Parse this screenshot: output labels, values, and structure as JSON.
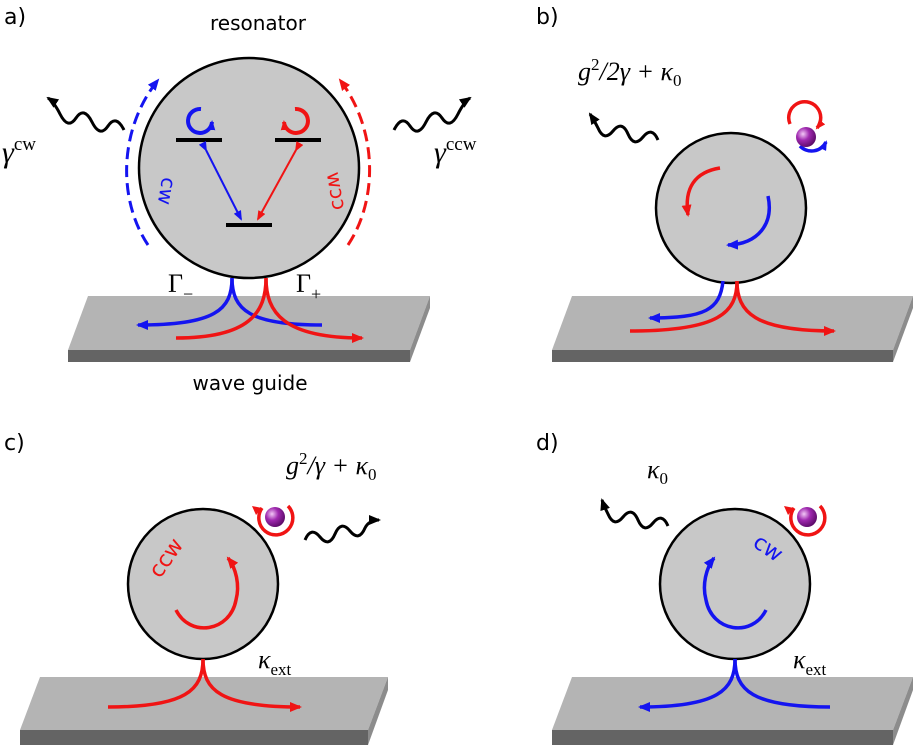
{
  "panels": {
    "a": {
      "label": "a)",
      "resonator_label": "resonator",
      "waveguide_label": "wave guide",
      "gamma_left": {
        "base": "γ",
        "sup": "cw"
      },
      "gamma_right": {
        "base": "γ",
        "sup": "ccw"
      },
      "cw_label": "cw",
      "ccw_label": "ccw",
      "gamma_minus": {
        "base": "Γ",
        "sub": "−"
      },
      "gamma_plus": {
        "base": "Γ",
        "sub": "+"
      }
    },
    "b": {
      "label": "b)",
      "decay": {
        "g": "g",
        "exp": "2",
        "rest": "/2γ + κ",
        "sub": "0"
      }
    },
    "c": {
      "label": "c)",
      "decay": {
        "g": "g",
        "exp": "2",
        "rest": "/γ + κ",
        "sub": "0"
      },
      "mode_label": "ccw",
      "kappa_ext": {
        "base": "κ",
        "sub": "ext"
      }
    },
    "d": {
      "label": "d)",
      "decay": {
        "base": "κ",
        "sub": "0"
      },
      "mode_label": "cw",
      "kappa_ext": {
        "base": "κ",
        "sub": "ext"
      }
    }
  },
  "colors": {
    "blue": "#1414f0",
    "red": "#f01414",
    "resonator_fill": "#c8c8c8",
    "waveguide_top": "#b4b4b4",
    "waveguide_front": "#646464",
    "waveguide_side": "#8c8c8c",
    "atom": "#8c1a9a"
  }
}
